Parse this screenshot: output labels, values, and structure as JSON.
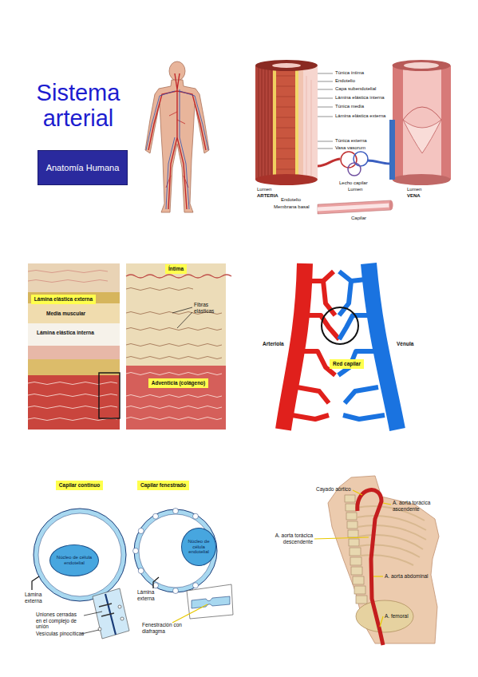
{
  "diagram": {
    "title": "Sistema arterial",
    "nodes": [
      {
        "text": [
          "Anatomía Humana"
        ]
      },
      {
        "text": [
          "Lámina elástica externa"
        ]
      },
      {
        "text": [
          "Íntima"
        ]
      },
      {
        "text": [
          "Adventicia (colágeno)"
        ]
      },
      {
        "text": [
          "Red capilar"
        ]
      },
      {
        "text": [
          "Capilar continuo"
        ]
      },
      {
        "text": [
          "Núcleo de célula endotelial"
        ]
      },
      {
        "text": [
          "Capilar fenestrado"
        ]
      },
      {
        "text": [
          "Núcleo de célula endotelial"
        ]
      }
    ],
    "labels": [
      "Túnica íntima",
      "Endotelio",
      "Capa subendotelial",
      "Lámina elástica interna",
      "Túnica media",
      "Lámina elástica externa",
      "Túnica externa",
      "Vasa vasorum",
      "Lumen",
      "ARTERIA",
      "Endotelio",
      "Membrana basal",
      "Lecho capilar",
      "Lumen",
      "Capilar",
      "Lumen",
      "VENA",
      "Media muscular",
      "Lámina elástica interna",
      "Fibras elásticas",
      "Arteriola",
      "Vénula",
      "Lámina externa",
      "Uniones cerradas en el complejo de unión",
      "Vesículas pinocíticas",
      "Lámina externa",
      "Fenestración con diafragma",
      "Cayado aórtico",
      "A. aorta torácica ascendente",
      "A. aorta torácica descendente",
      "A. aorta abdominal",
      "A. femoral"
    ]
  }
}
